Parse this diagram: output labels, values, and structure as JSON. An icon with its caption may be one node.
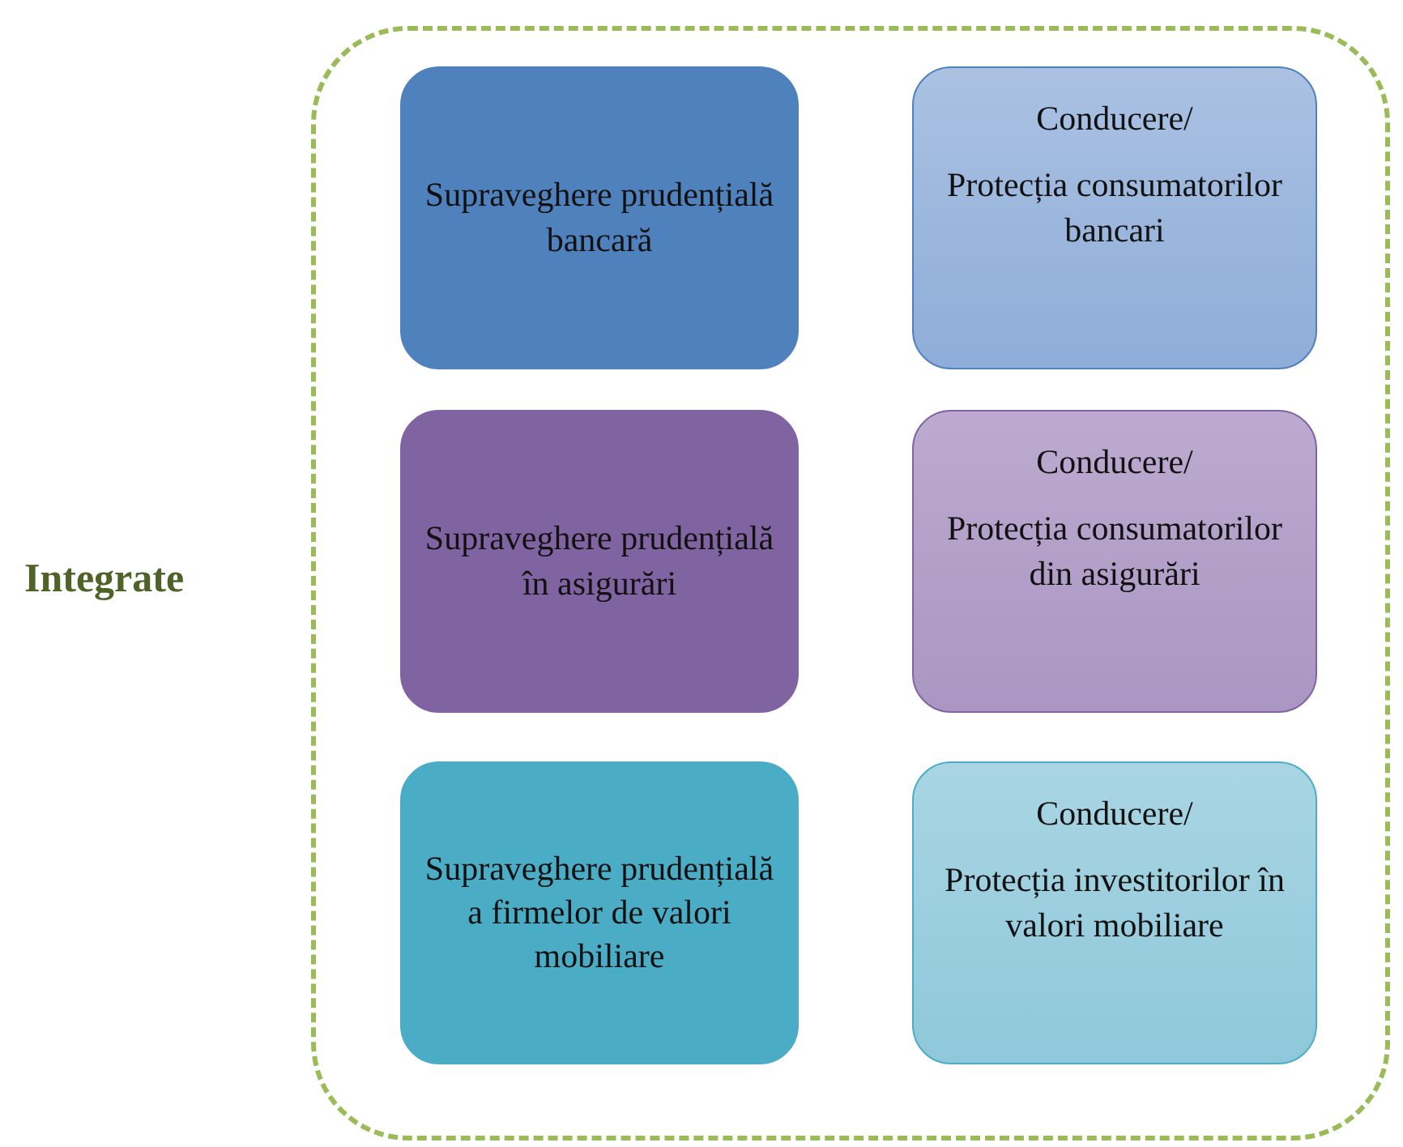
{
  "diagram": {
    "nodes": [
      {
        "text": [
          "Integrate"
        ]
      },
      {
        "text": [
          "Supraveghere prudențială bancară"
        ],
        "in": 0
      },
      {
        "text": [
          "Conducere/",
          "Protecția consumatorilor bancari"
        ],
        "in": 0
      },
      {
        "text": [
          "Supraveghere prudențială în asigurări"
        ],
        "in": 0
      },
      {
        "text": [
          "Conducere/",
          "Protecția consumatorilor din asigurări"
        ],
        "in": 0
      },
      {
        "text": [
          "Supraveghere prudențială a firmelor de valori mobiliare"
        ],
        "in": 0
      },
      {
        "text": [
          "Conducere/",
          "Protecția investitorilor în valori mobiliare"
        ],
        "in": 0
      }
    ]
  }
}
